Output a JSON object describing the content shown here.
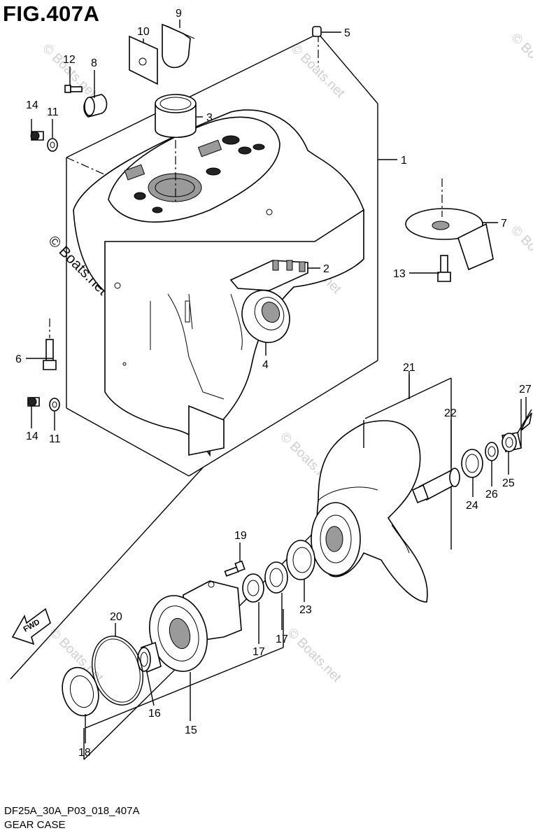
{
  "figure_title": "FIG.407A",
  "drawing_code": "DF25A_30A_P03_018_407A",
  "drawing_name": "GEAR CASE",
  "direction_label": "FWD",
  "watermarks": [
    "© Boats.net",
    "© Boats.net",
    "© Boats.net",
    "© Boats.net",
    "© Boats.net",
    "© Boats.net",
    "© Boats.net",
    "© Boats.net"
  ],
  "watermark_prominent": "© Boats.net",
  "callouts": {
    "c1": "1",
    "c2": "2",
    "c3": "3",
    "c4": "4",
    "c5": "5",
    "c6": "6",
    "c7": "7",
    "c8": "8",
    "c9": "9",
    "c10": "10",
    "c11a": "11",
    "c11b": "11",
    "c12": "12",
    "c13": "13",
    "c14a": "14",
    "c14b": "14",
    "c15": "15",
    "c16": "16",
    "c17a": "17",
    "c17b": "17",
    "c18": "18",
    "c19": "19",
    "c20": "20",
    "c21": "21",
    "c22": "22",
    "c23": "23",
    "c24": "24",
    "c25": "25",
    "c26": "26",
    "c27": "27"
  }
}
